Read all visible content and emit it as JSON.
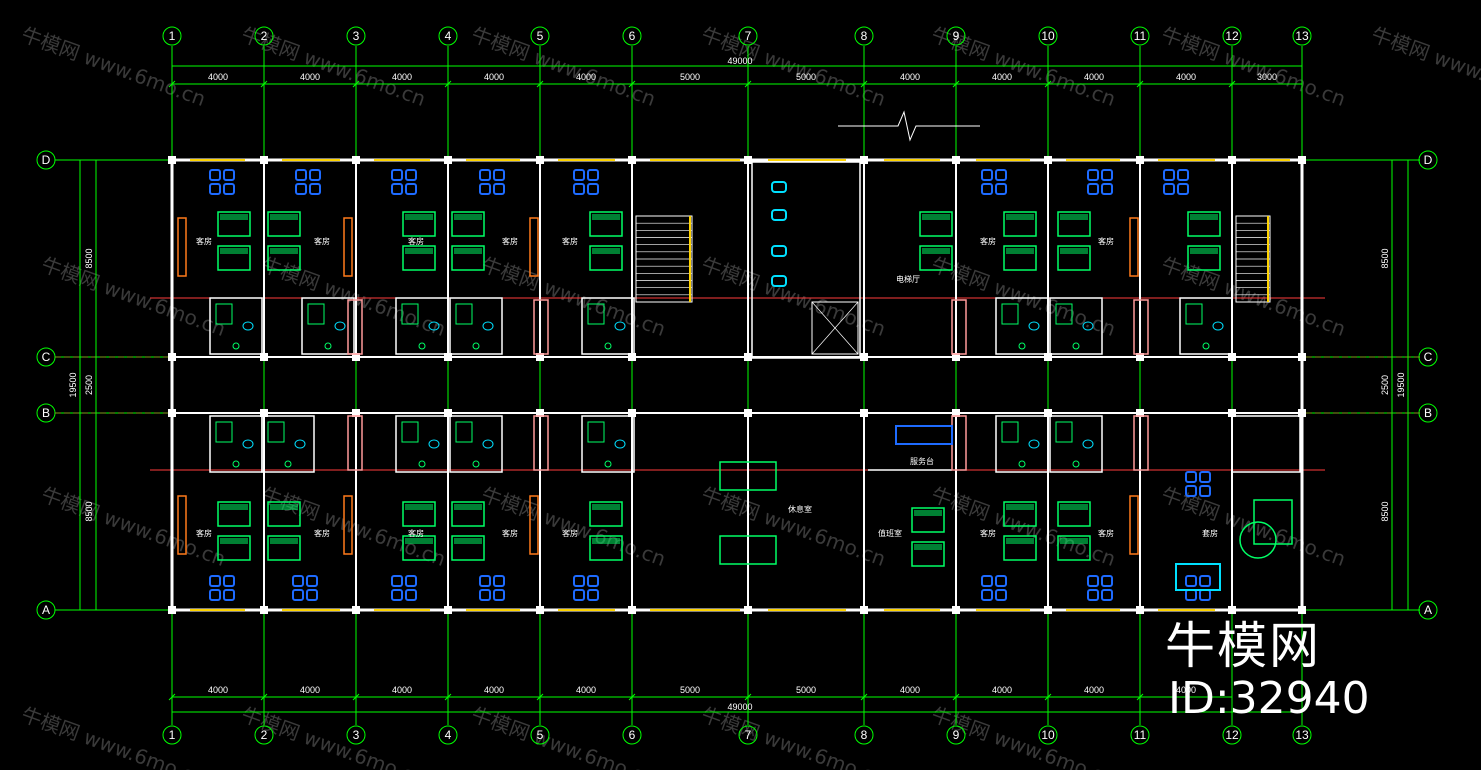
{
  "drawing": {
    "axes_x": [
      "1",
      "2",
      "3",
      "4",
      "5",
      "6",
      "7",
      "8",
      "9",
      "10",
      "11",
      "12",
      "13"
    ],
    "axes_y": [
      "D",
      "C",
      "B",
      "A"
    ],
    "spans_top": [
      "4000",
      "4000",
      "4000",
      "4000",
      "4000",
      "5000",
      "5000",
      "4000",
      "4000",
      "4000",
      "4000",
      "3000"
    ],
    "spans_bottom": [
      "4000",
      "4000",
      "4000",
      "4000",
      "4000",
      "5000",
      "5000",
      "4000",
      "4000",
      "4000",
      "4000"
    ],
    "total_width": "49000",
    "side_dims_left": [
      "8500",
      "2500",
      "8500"
    ],
    "side_total_left": "19500",
    "side_dims_right": [
      "8500",
      "2500",
      "8500"
    ],
    "side_total_right": "19500",
    "rooms": {
      "elevator_hall": "电梯厅",
      "bedroom": "客房",
      "lounge": "休息室",
      "service_counter": "服务台",
      "duty_room": "值班室",
      "suite": "套房"
    }
  },
  "brand": {
    "logo": "牛模网",
    "id": "ID:32940",
    "watermark_text": "牛模网 www.6mo.cn"
  },
  "colors": {
    "background": "#000000",
    "axis_line": "#00ff00",
    "wall": "#ffffff",
    "grid_red": "#ff3b3b",
    "window": "#ffd400",
    "furniture_green": "#00ff66",
    "furniture_blue": "#1e6bff",
    "furniture_orange": "#ff7a1a",
    "furniture_cyan": "#00e0ff",
    "furniture_pink": "#ff9a9a"
  }
}
